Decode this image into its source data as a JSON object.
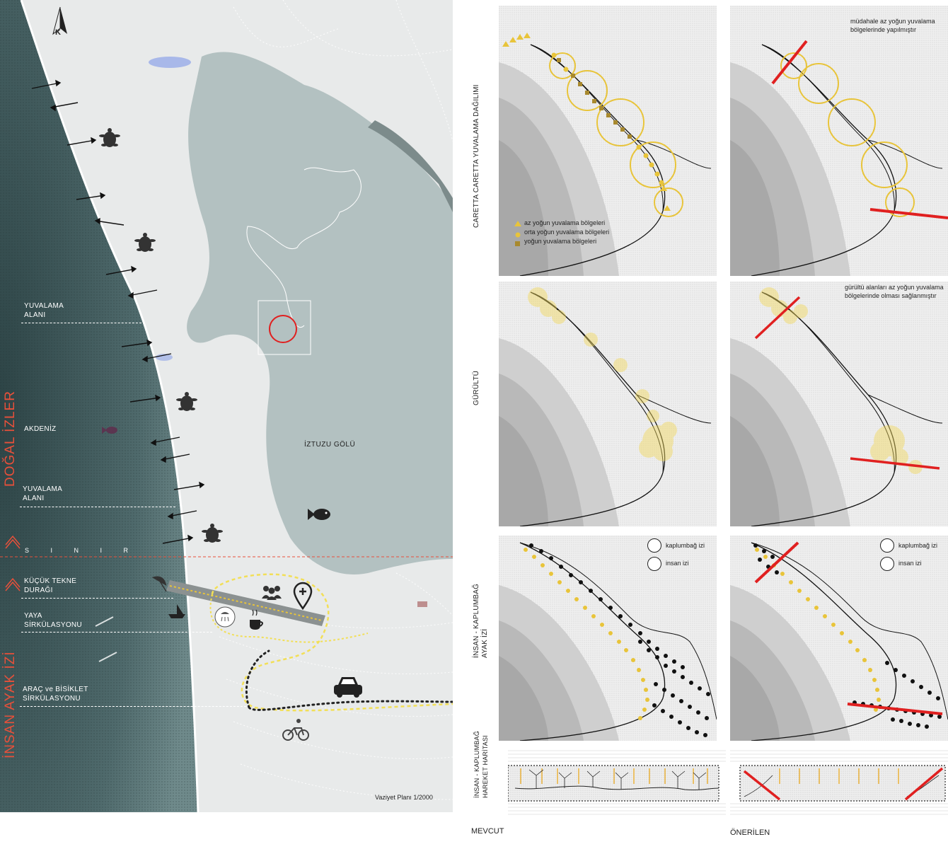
{
  "north_label": "K",
  "main_map": {
    "labels": {
      "yuvalama_1": "YUVALAMA\nALANI",
      "akdeniz": "AKDENİZ",
      "yuvalama_2": "YUVALAMA\nALANI",
      "sinir": "S I N I R",
      "kucuk_tekne": "KÜÇÜK TEKNE\nDURAĞI",
      "yaya": "YAYA\nSİRKÜLASYONU",
      "arac": "ARAÇ ve BİSİKLET\nSİRKÜLASYONU",
      "iztuzu": "İZTUZU GÖLÜ",
      "scale": "Vaziyet Planı 1/2000"
    },
    "vertical": {
      "dogal": "DOĞAL İZLER",
      "insan": "İNSAN AYAK İZİ"
    }
  },
  "rows": {
    "row1": "CARETTA CARETTA YUVALAMA DAĞILIMI",
    "row2": "GÜRÜLTÜ",
    "row3": "İNSAN - KAPLUMBAĞ\nAYAK İZİ",
    "row4": "İNSAN - KAPLUMBAĞ\nHAREKET HARİTASI"
  },
  "legend_nesting": {
    "low": "az yoğun yuvalama bölgeleri",
    "mid": "orta yoğun yuvalama bölgeleri",
    "high": "yoğun yuvalama bölgeleri"
  },
  "notes": {
    "intervention": "müdahale az yoğun yuvalama\nbölgelerinde yapılmıştır",
    "noise": "gürültü alanları az yoğun yuvalama\nbölgelerinde olması sağlanmıştır"
  },
  "legend_tracks": {
    "turtle": "kaplumbağ izi",
    "human": "insan izi"
  },
  "columns": {
    "left": "MEVCUT",
    "right": "ÖNERİLEN"
  },
  "colors": {
    "sea": "#3f5a5c",
    "lake": "#b4c2c2",
    "land": "#e7e9e9",
    "accent_red": "#e8503a",
    "yellow": "#e8c43a",
    "cut_red": "#e02020"
  },
  "icons": [
    "north-arrow-icon",
    "turtle-icon",
    "fish-icon",
    "umbrella-icon",
    "boat-icon",
    "people-icon",
    "location-pin-icon",
    "shower-icon",
    "coffee-icon",
    "car-icon",
    "bicycle-icon",
    "walking-person-icon"
  ]
}
